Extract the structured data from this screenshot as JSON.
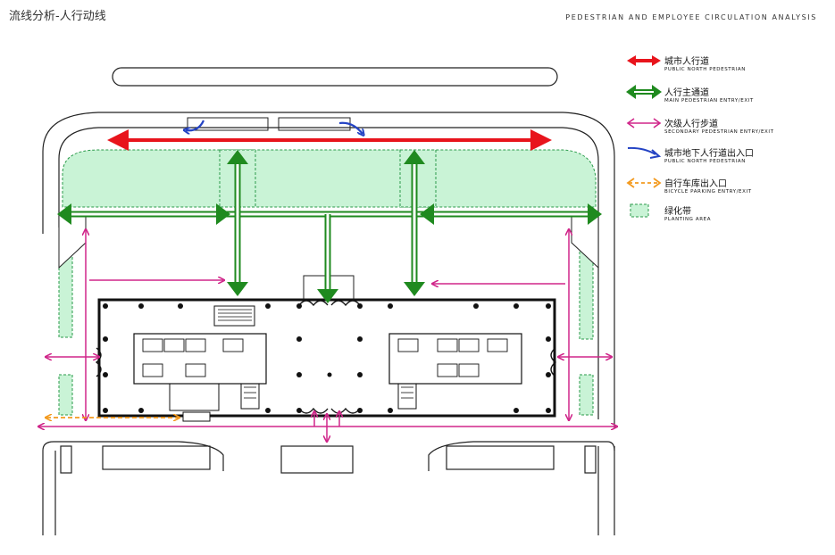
{
  "header": {
    "title_cn": "流线分析-人行动线",
    "title_en": "PEDESTRIAN AND EMPLOYEE CIRCULATION ANALYSIS"
  },
  "legend": [
    {
      "icon": "red-double-arrow-icon",
      "color": "#e8141c",
      "cn": "城市人行道",
      "en": "PUBLIC NORTH PEDESTRIAN"
    },
    {
      "icon": "green-double-arrow-icon",
      "color": "#1f8a1f",
      "cn": "人行主通道",
      "en": "MAIN PEDESTRIAN ENTRY/EXIT"
    },
    {
      "icon": "magenta-double-arrow-icon",
      "color": "#d0268a",
      "cn": "次级人行步道",
      "en": "SECONDARY PEDESTRIAN ENTRY/EXIT"
    },
    {
      "icon": "blue-curved-arrow-icon",
      "color": "#2443c4",
      "cn": "城市地下人行道出入口",
      "en": "PUBLIC NORTH PEDESTRIAN"
    },
    {
      "icon": "orange-dashed-arrow-icon",
      "color": "#f39a1e",
      "cn": "自行车库出入口",
      "en": "BICYCLE PARKING ENTRY/EXIT"
    },
    {
      "icon": "planting-area-swatch-icon",
      "color": "#c9f3d6",
      "cn": "绿化带",
      "en": "PLANTING AREA"
    }
  ],
  "colors": {
    "red": "#e8141c",
    "green": "#1f8a1f",
    "magenta": "#d0268a",
    "blue": "#2443c4",
    "orange": "#f39a1e",
    "planting": "#c9f3d6"
  }
}
